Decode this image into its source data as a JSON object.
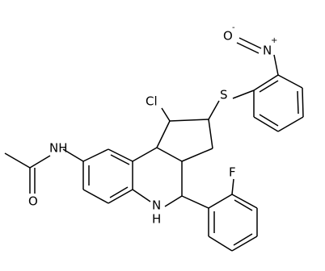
{
  "molecule": {
    "atoms": {
      "nitro_n": "N",
      "nitro_n_charge": "+",
      "nitro_o": "O",
      "nitro_o_charge": "-",
      "chloro": "Cl",
      "sulfur": "S",
      "amine_nh": "NH",
      "ring_nh": "N",
      "ring_nh_h": "H",
      "carbonyl_o": "O",
      "fluoro": "F"
    }
  }
}
